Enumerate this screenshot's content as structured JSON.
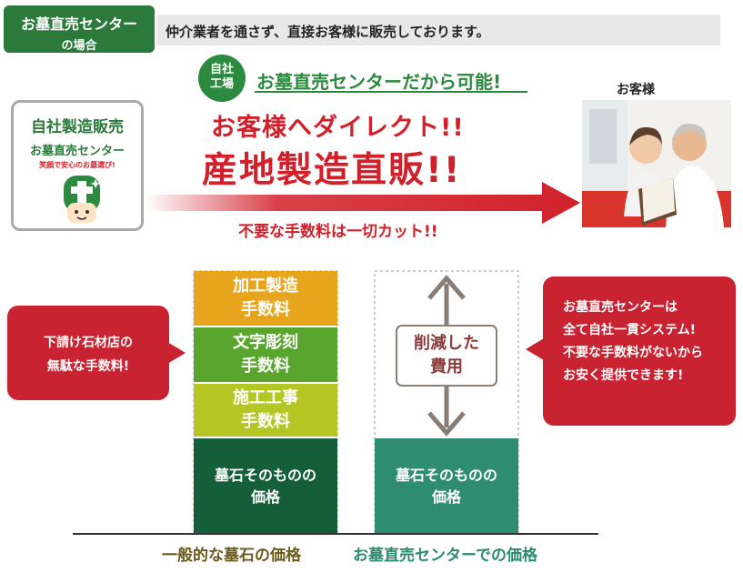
{
  "header": {
    "badge_line1": "お墓直売センター",
    "badge_line2": "の場合",
    "tagline": "仲介業者を通さず、直接お客様に販売しております。"
  },
  "logo": {
    "line1": "自社製造販売",
    "line2": "お墓直売センター",
    "line3": "笑顔で安心のお墓選び!"
  },
  "headline": {
    "badge": [
      "自社",
      "工場"
    ],
    "green": "お墓直売センターだから可能!",
    "red1": "お客様へダイレクト!!",
    "red2": "産地製造直販!!",
    "cut": "不要な手数料は一切カット!!"
  },
  "customer": {
    "label": "お客様"
  },
  "comparison": {
    "left_segments": [
      {
        "lines": [
          "加工製造",
          "手数料"
        ],
        "color": "#e6a51d"
      },
      {
        "lines": [
          "文字彫刻",
          "手数料"
        ],
        "color": "#5aa52e"
      },
      {
        "lines": [
          "施工工事",
          "手数料"
        ],
        "color": "#b5c524"
      },
      {
        "lines": [
          "墓石そのものの",
          "価格"
        ],
        "color": "#155e3a"
      }
    ],
    "right_base": {
      "lines": [
        "墓石そのものの",
        "価格"
      ],
      "color": "#2e8c72"
    },
    "reduced_label": [
      "削減した",
      "費用"
    ],
    "label_left": "一般的な墓石の価格",
    "label_right": "お墓直売センターでの価格"
  },
  "callouts": {
    "left": [
      "下請け石材店の",
      "無駄な手数料!"
    ],
    "right": [
      "お墓直売センターは",
      "全て自社一貫システム!",
      "不要な手数料がないから",
      "お安く提供できます!"
    ]
  }
}
